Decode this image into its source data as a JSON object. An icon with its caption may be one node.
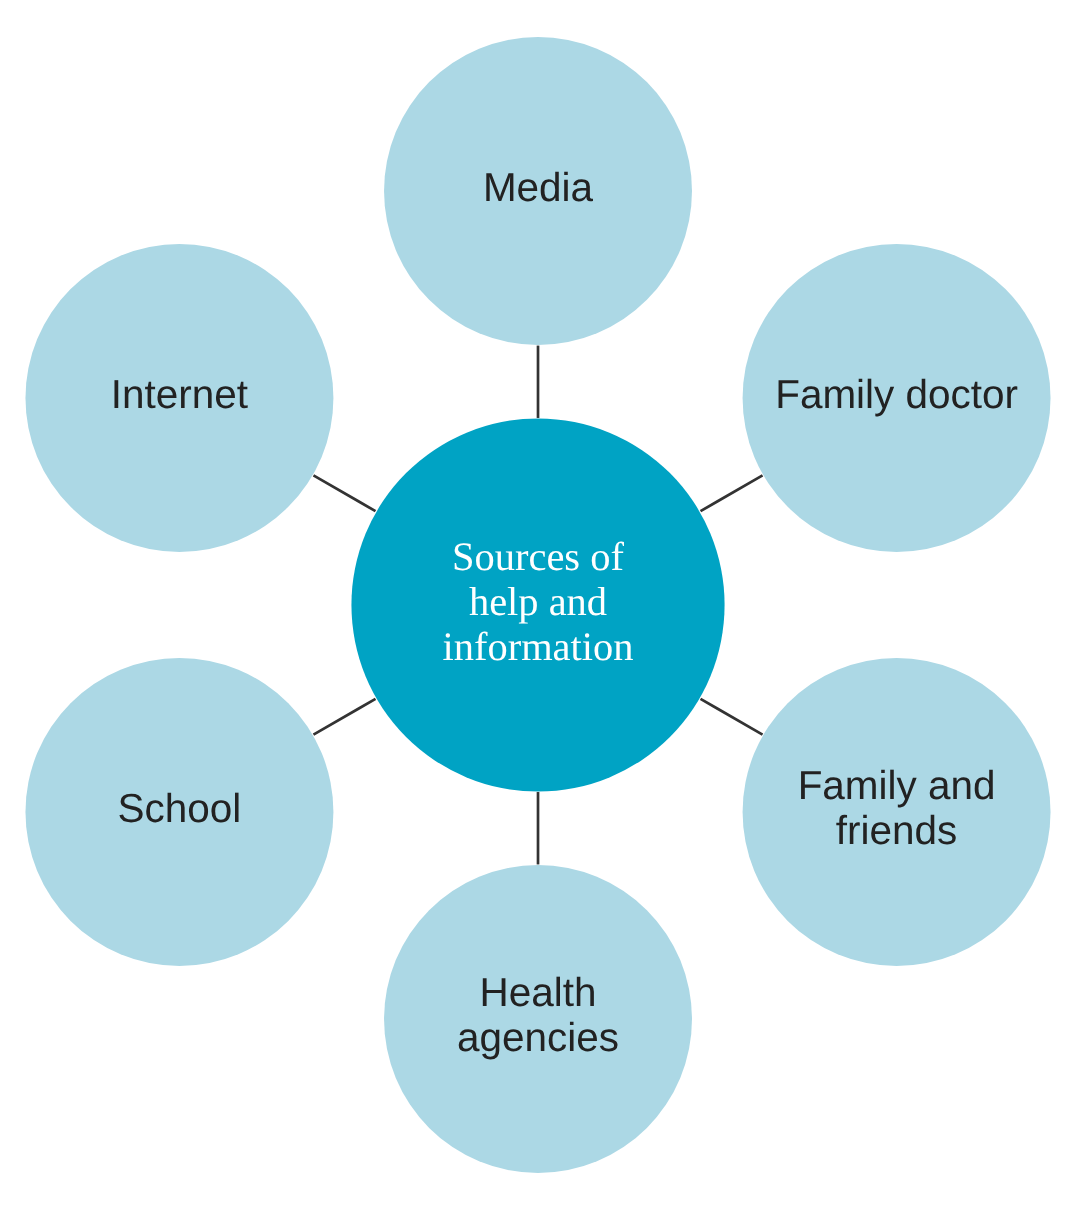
{
  "diagram": {
    "nodes": [
      {
        "text": [
          "Sources of help and information"
        ]
      },
      {
        "text": [
          "Family doctor"
        ]
      },
      {
        "text": [
          "Media"
        ]
      },
      {
        "text": [
          "Internet"
        ]
      },
      {
        "text": [
          "School"
        ]
      },
      {
        "text": [
          "Health agencies"
        ]
      },
      {
        "text": [
          "Family and friends"
        ]
      }
    ],
    "edges": [
      {
        "from": 0,
        "to": 1,
        "arrow": "none"
      },
      {
        "from": 0,
        "to": 2,
        "arrow": "none"
      },
      {
        "from": 0,
        "to": 3,
        "arrow": "none"
      },
      {
        "from": 0,
        "to": 4,
        "arrow": "none"
      },
      {
        "from": 0,
        "to": 5,
        "arrow": "none"
      },
      {
        "from": 0,
        "to": 6,
        "arrow": "none"
      }
    ]
  }
}
